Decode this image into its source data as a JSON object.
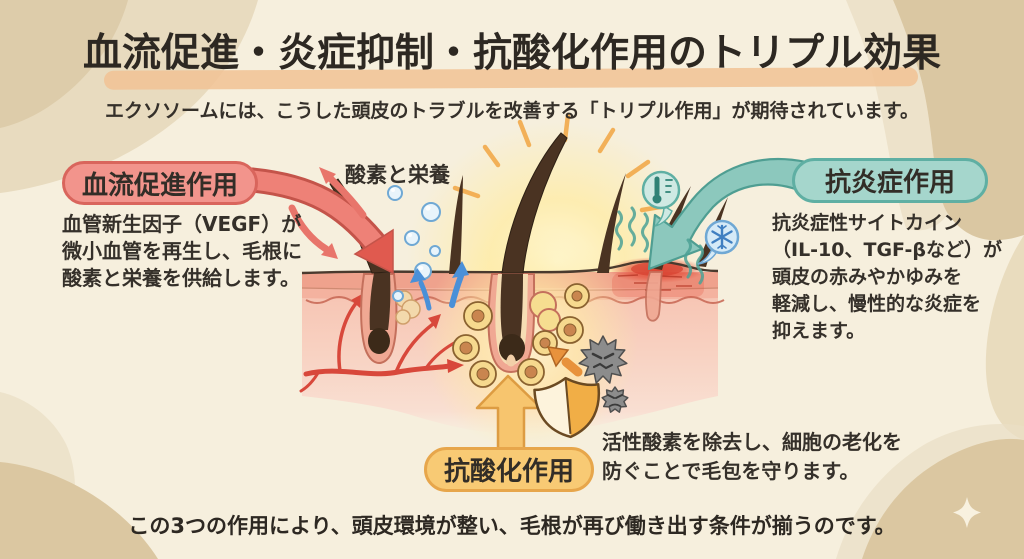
{
  "title": {
    "text": "血流促進・炎症抑制・抗酸化作用のトリプル効果"
  },
  "subtitle": "エクソソームには、こうした頭皮のトラブルを改善する「トリプル作用」が期待されています。",
  "annotations": {
    "oxygen_nutrients": "酸素と栄養"
  },
  "sections": {
    "blood_flow": {
      "badge": "血流促進作用",
      "body": [
        "血管新生因子（VEGF）が",
        "微小血管を再生し、毛根に",
        "酸素と栄養を供給します。"
      ]
    },
    "anti_inflammatory": {
      "badge": "抗炎症作用",
      "body": [
        "抗炎症性サイトカイン",
        "（IL-10、TGF-βなど）が",
        "頭皮の赤みやかゆみを",
        "軽減し、慢性的な炎症を",
        "抑えます。"
      ]
    },
    "antioxidant": {
      "badge": "抗酸化作用",
      "body": [
        "活性酸素を除去し、細胞の老化を",
        "防ぐことで毛包を守ります。"
      ]
    }
  },
  "footer": "この3つの作用により、頭皮環境が整い、毛根が再び働き出す条件が揃うのです。",
  "colors": {
    "background": "#f6efdd",
    "title_highlight": "#f1c294",
    "accent_red": "#ee8177",
    "accent_teal": "#8cc8bd",
    "accent_yellow": "#f7c56e",
    "text_dark": "#35302a"
  },
  "icons": {
    "thermometer": "thermometer-icon",
    "snowflake": "snowflake-icon",
    "shield": "shield-icon",
    "free_radical": "free-radical-icon",
    "sparkle": "sparkle-icon"
  }
}
